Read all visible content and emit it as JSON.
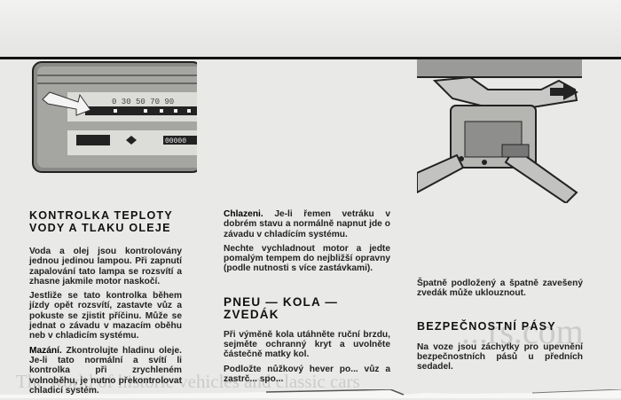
{
  "illustrations": {
    "dashboard": {
      "odometer": "00000",
      "speed_scale": "0 30 50 70 90"
    },
    "jack": {}
  },
  "column1": {
    "heading_line1": "KONTROLKA TEPLOTY",
    "heading_line2": "VODY A TLAKU OLEJE",
    "p1": "Voda a olej jsou kontrolovány jednou jedinou lampou. Při zapnutí zapalování tato lampa se rozsvítí a zhasne jakmile motor naskočí.",
    "p2": "Jestliže se tato kontrolka během jízdy opět rozsvítí, zastavte vůz a pokuste se zjistit příčinu. Může se jednat o závadu v mazacím oběhu neb v chladicím systému.",
    "p3_lead": "Mazání.",
    "p3": " Zkontrolujte hladinu oleje. Je-li tato normální a svítí li kontrolka při zrychleném volnoběhu, je nutno překontrolovat chladicí systém."
  },
  "column2": {
    "p1_lead": "Chlazeni.",
    "p1": " Je-li řemen vetráku v dobrém stavu a normálně napnut jde o závadu v chladícím systému.",
    "p2": "Nechte vychladnout motor a jedte pomalým tempem do nejbližší opravny (podle nutnosti s více zastávkami).",
    "heading": "PNEU — KOLA — ZVEDÁK",
    "p3": "Při výměně kola utáhněte ruční brzdu, sejměte ochranný kryt a uvolněte částečně matky kol.",
    "p4": "Podložte nůžkový hever po... vůz a zastrč... spo..."
  },
  "column3": {
    "p1": "Špatně podložený a špatně zavešený zvedák může uklouznout.",
    "heading": "BEZPEČNOSTNÍ PÁSY",
    "p2": "Na voze jsou záchytky pro upevnění bezpečnostních pásů u předních sedadel."
  },
  "watermark": {
    "tagline": "The world of historic vehicles and classic cars",
    "site": "...rs.com"
  }
}
